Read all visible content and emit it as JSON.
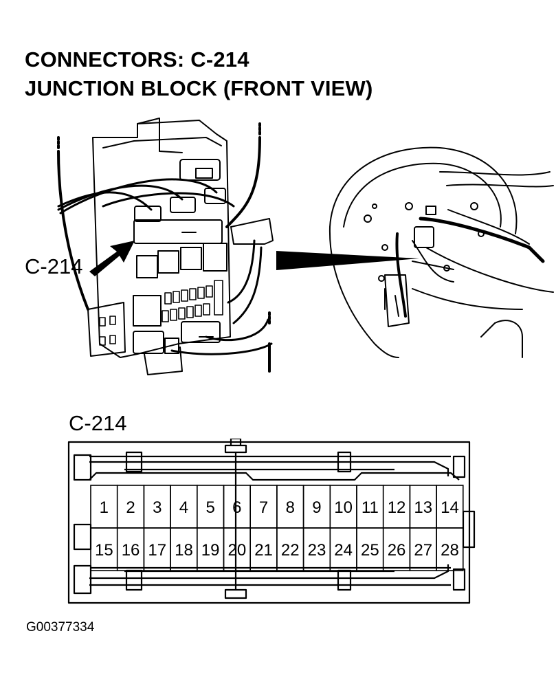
{
  "header": {
    "line1": "CONNECTORS: C-214",
    "line2": "JUNCTION BLOCK (FRONT VIEW)"
  },
  "illustration": {
    "callout_label": "C-214"
  },
  "pinout": {
    "title": "C-214",
    "row1": [
      "1",
      "2",
      "3",
      "4",
      "5",
      "6",
      "7",
      "8",
      "9",
      "10",
      "11",
      "12",
      "13",
      "14"
    ],
    "row2": [
      "15",
      "16",
      "17",
      "18",
      "19",
      "20",
      "21",
      "22",
      "23",
      "24",
      "25",
      "26",
      "27",
      "28"
    ]
  },
  "footer": {
    "image_code": "G00377334"
  }
}
